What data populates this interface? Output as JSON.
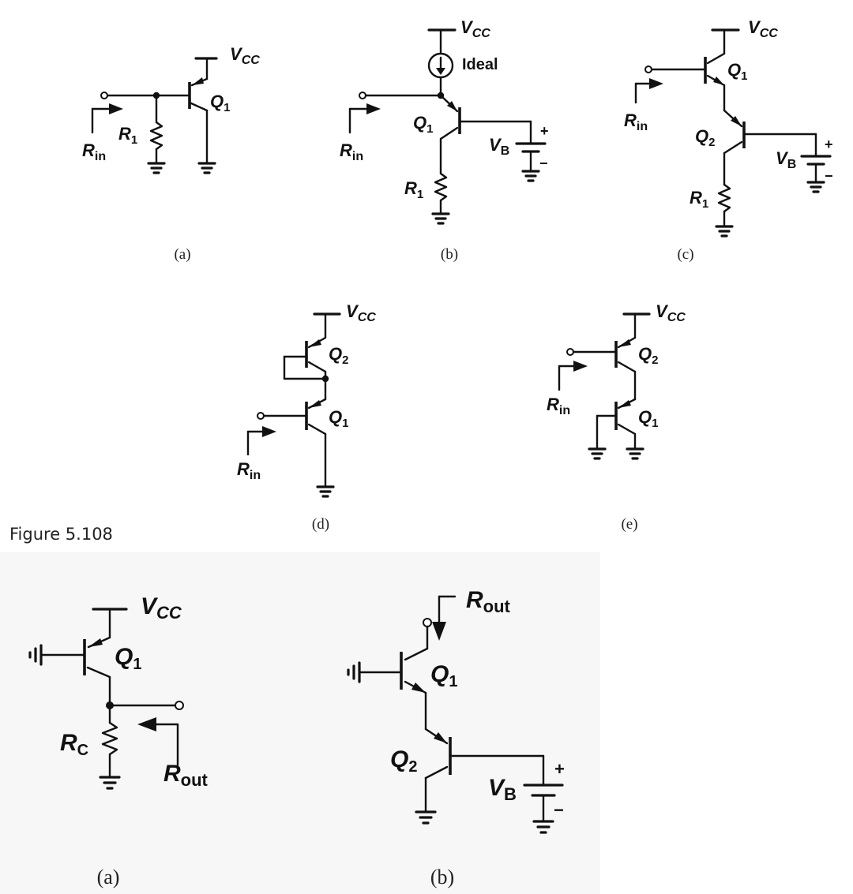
{
  "figure_top": {
    "title": "Figure 5.108",
    "captions": [
      "(a)",
      "(b)",
      "(c)",
      "(d)",
      "(e)"
    ],
    "labels": {
      "vcc_main": "V",
      "vcc_sub": "CC",
      "rin_main": "R",
      "rin_sub": "in",
      "vb_main": "V",
      "vb_sub": "B",
      "r1_main": "R",
      "r1_sub": "1",
      "q1_main": "Q",
      "q1_sub": "1",
      "q2_main": "Q",
      "q2_sub": "2",
      "ideal": "Ideal",
      "plus": "+",
      "minus": "−"
    }
  },
  "figure_bottom": {
    "captions": [
      "(a)",
      "(b)"
    ],
    "labels": {
      "vcc_main": "V",
      "vcc_sub": "CC",
      "rout_main": "R",
      "rout_sub": "out",
      "rc_main": "R",
      "rc_sub": "C",
      "vb_main": "V",
      "vb_sub": "B",
      "q1_main": "Q",
      "q1_sub": "1",
      "q2_main": "Q",
      "q2_sub": "2",
      "plus": "+",
      "minus": "−"
    }
  }
}
